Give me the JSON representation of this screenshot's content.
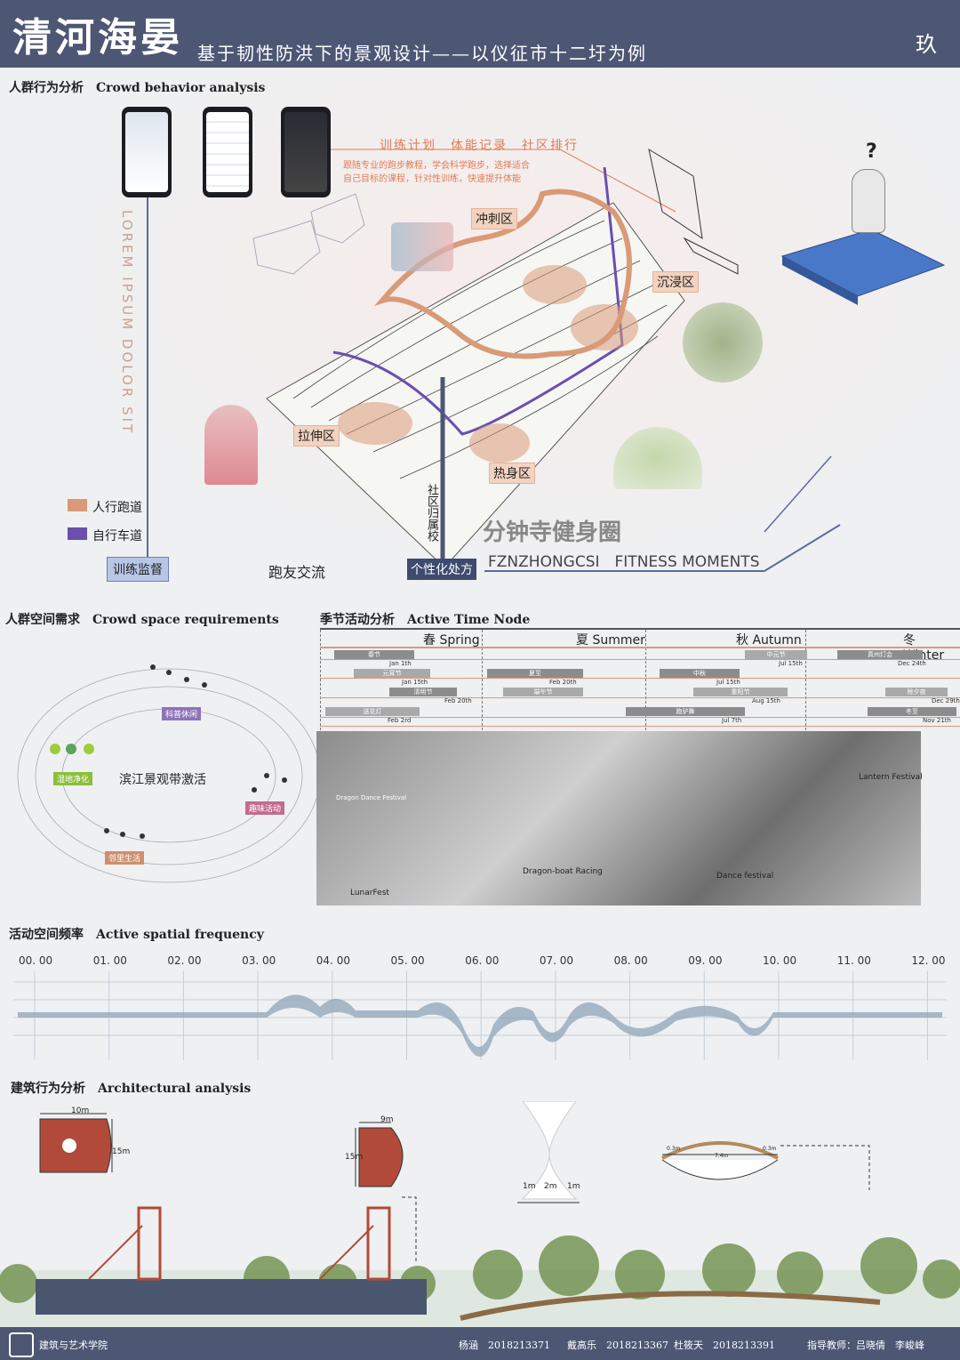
{
  "header": {
    "title": "清河海晏",
    "subtitle": "基于韧性防洪下的景观设计——以仪征市十二圩为例",
    "page_no": "玖"
  },
  "crowd_behavior": {
    "title": "人群行为分析　Crowd behavior analysis",
    "app_features": "训练计划　体能记录　社区排行",
    "app_desc_1": "跟随专业的跑步教程，学会科学跑步，选择适合",
    "app_desc_2": "自己目标的课程，针对性训练，快速提升体能",
    "vertical_text": "LOREM IPSUM DOLOR SIT",
    "zones": {
      "sprint": "冲刺区",
      "immerse": "沉浸区",
      "stretch": "拉伸区",
      "warmup": "热身区"
    },
    "legend": {
      "runway": "人行跑道",
      "bikeway": "自行车道"
    },
    "training_monitor": "训练监督",
    "runner_exchange": "跑友交流",
    "community": "社区归属校",
    "prescription": "个性化处方",
    "circle_cn": "分钟寺健身圈",
    "circle_en": "FZNZHONGCSI　FITNESS MOMENTS",
    "question": "?"
  },
  "crowd_space": {
    "title": "人群空间需求　Crowd space requirements",
    "center_label": "滨江景观带激活",
    "labels": {
      "science": "科普休闲",
      "wetland": "湿地净化",
      "fun": "趣味活动",
      "neighbor": "邻里生活"
    }
  },
  "season_activity": {
    "title": "季节活动分析　Active Time Node",
    "seasons": [
      "春 Spring",
      "夏 Summer",
      "秋 Autumn",
      "冬 Winter"
    ],
    "bars": [
      {
        "label": "春节",
        "date": "Jan 1th"
      },
      {
        "label": "元宵节",
        "date": "Jan 15th"
      },
      {
        "label": "清明节",
        "date": "Feb 20th"
      },
      {
        "label": "送花灯",
        "date": "Feb 2rd"
      },
      {
        "label": "夏至",
        "date": "Feb 20th"
      },
      {
        "label": "端午节",
        "date": ""
      },
      {
        "label": "中秋",
        "date": "Jul 15th"
      },
      {
        "label": "重阳节",
        "date": "Aug 15th"
      },
      {
        "label": "跑驴舞",
        "date": "Jul 7th"
      },
      {
        "label": "中元节",
        "date": "Jul 15th"
      },
      {
        "label": "真州灯会",
        "date": "Dec 24th"
      },
      {
        "label": "除夕夜",
        "date": "Dec 29th"
      },
      {
        "label": "冬至",
        "date": "Nov 21th"
      }
    ],
    "photo_labels": {
      "dragon_dance": "Dragon Dance Festival",
      "lantern": "Lantern Festival",
      "dragon_boat": "Dragon-boat Racing",
      "dance": "Dance festival",
      "lunar": "LunarFest"
    }
  },
  "frequency": {
    "title": "活动空间频率　Active spatial frequency",
    "hours": [
      "00. 00",
      "01. 00",
      "02. 00",
      "03. 00",
      "04. 00",
      "05. 00",
      "06. 00",
      "07. 00",
      "08. 00",
      "09. 00",
      "10. 00",
      "11. 00",
      "12. 00"
    ]
  },
  "architecture": {
    "title": "建筑行为分析　Architectural analysis",
    "dims": {
      "w10": "10m",
      "h15": "15m",
      "w9": "9m",
      "h15b": "15m",
      "m1a": "1m",
      "m2": "2m",
      "m1b": "1m",
      "d1": "0.3m",
      "d2": "7.4m",
      "d3": "0.3m"
    }
  },
  "footer": {
    "school": "建筑与艺术学院",
    "s1": "杨涵　2018213371",
    "s2": "戴高乐　2018213367",
    "s3": "杜筱天　2018213391",
    "advisor": "指导教师：吕晓倩　李峻峰"
  },
  "colors": {
    "header": "#4d5774",
    "runway": "#d99a78",
    "bikeway": "#6a4fb0",
    "boat": "#b24a3a"
  }
}
